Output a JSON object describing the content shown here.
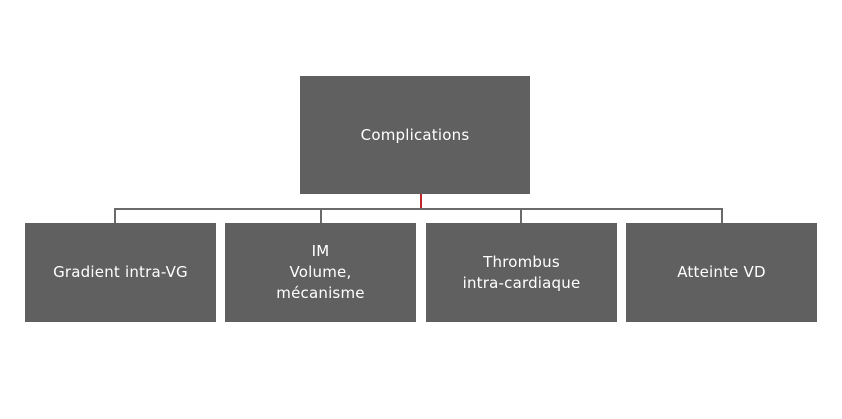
{
  "diagram": {
    "root": {
      "label": "Complications"
    },
    "children": [
      {
        "lines": [
          "Gradient intra-VG"
        ]
      },
      {
        "lines": [
          "IM",
          "Volume,",
          "mécanisme"
        ]
      },
      {
        "lines": [
          "Thrombus",
          "intra-cardiaque"
        ]
      },
      {
        "lines": [
          "Atteinte VD"
        ]
      }
    ],
    "colors": {
      "box_fill": "#606060",
      "box_text": "#ffffff",
      "connector": "#6a6a6a",
      "root_connector_accent": "#c0272d"
    }
  }
}
